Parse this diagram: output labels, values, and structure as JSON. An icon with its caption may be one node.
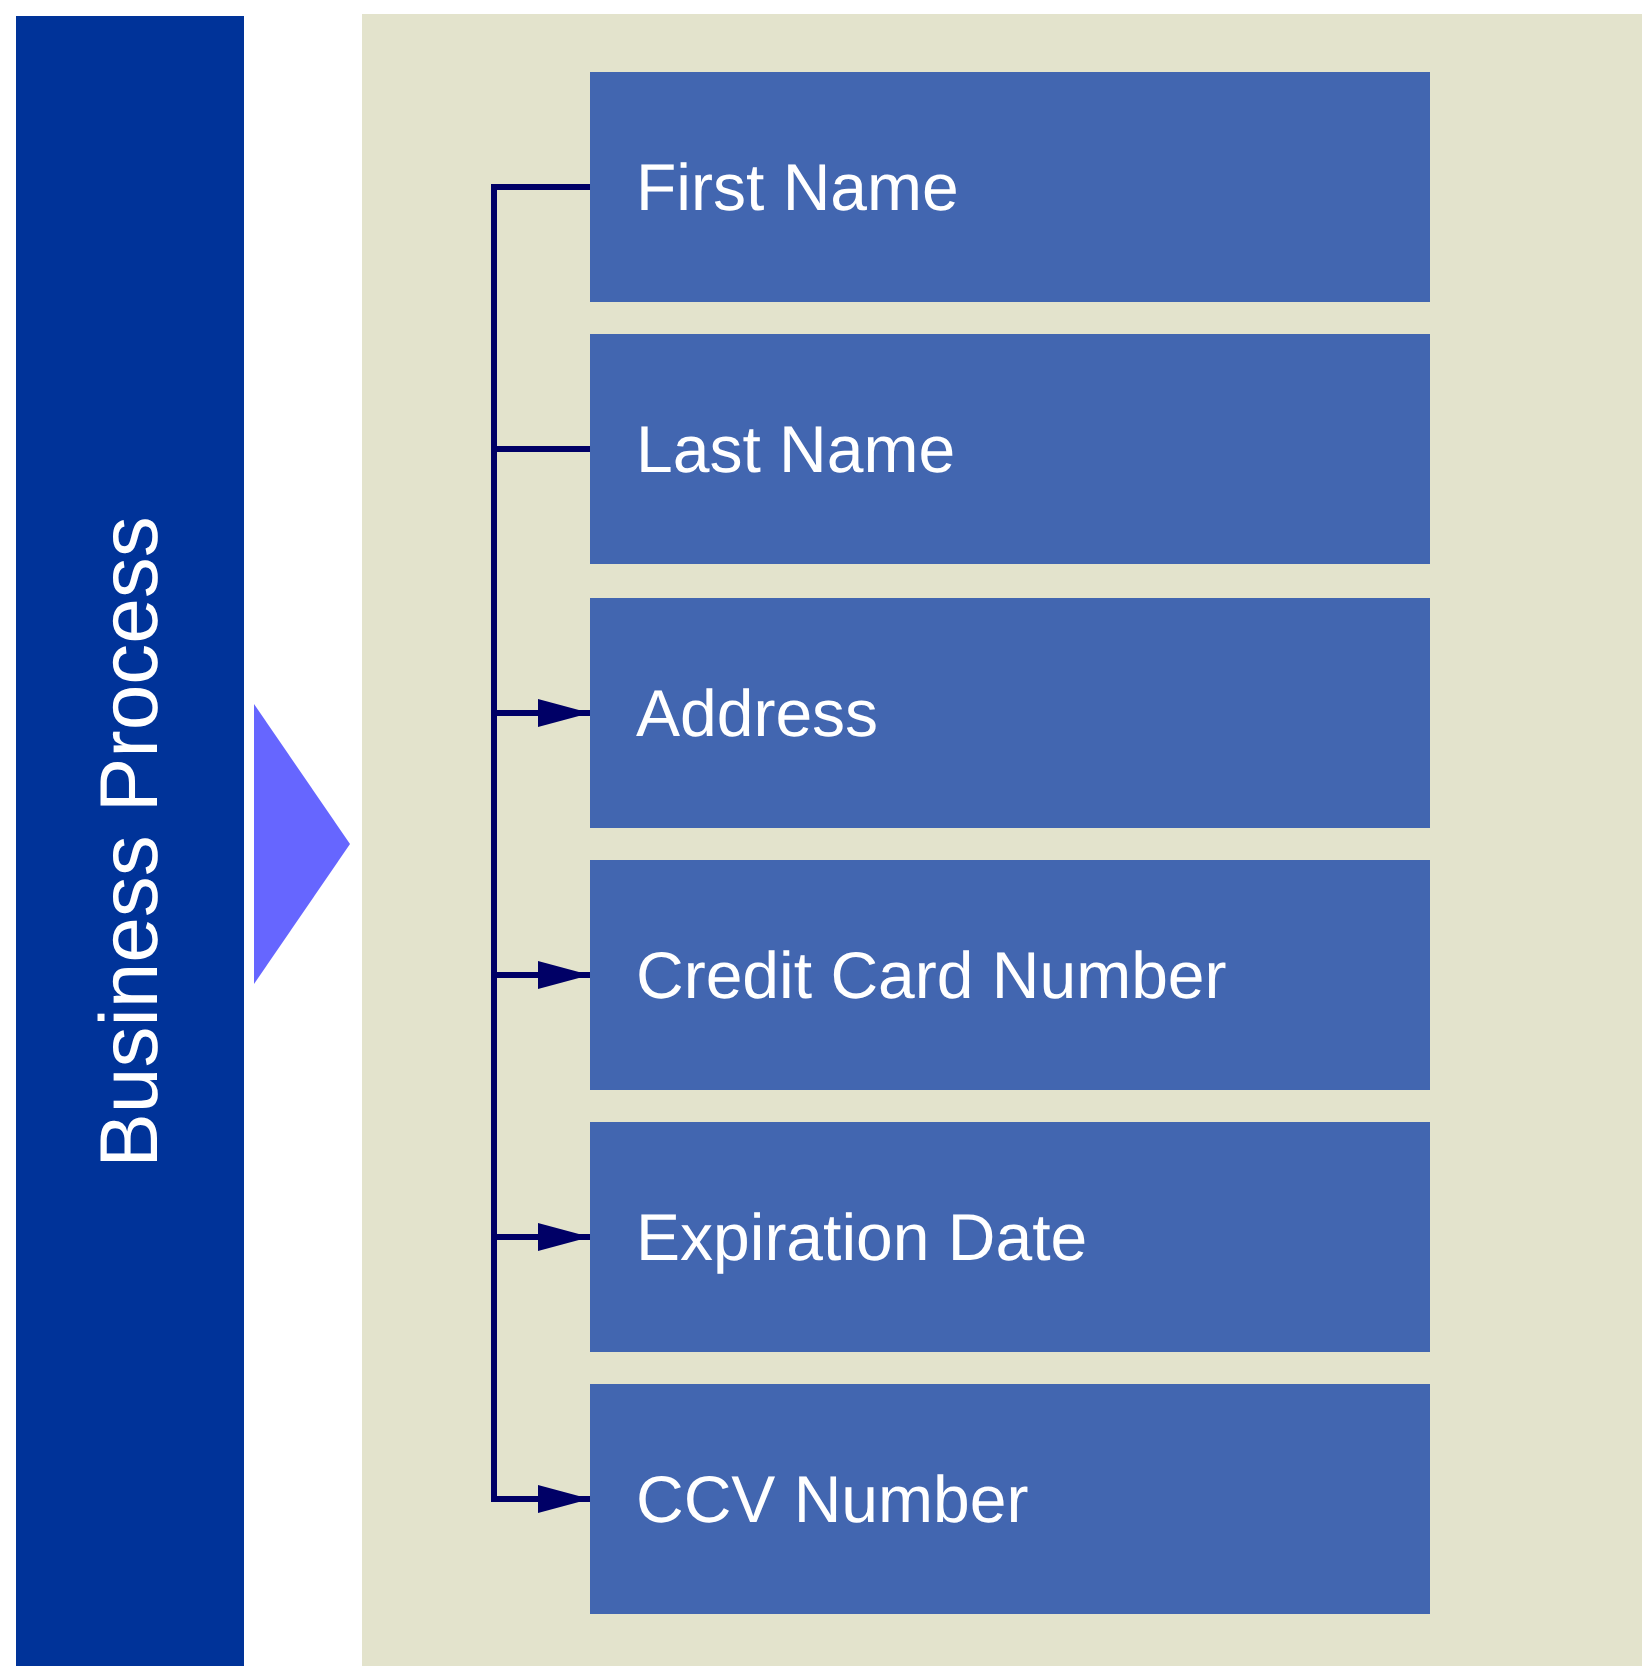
{
  "diagram": {
    "nodes": [
      {
        "text": [
          "Business Process"
        ]
      },
      {
        "text": [],
        "shape": "box"
      },
      {
        "text": [
          "First Name"
        ],
        "in": 1
      },
      {
        "text": [
          "Last Name"
        ],
        "in": 1
      },
      {
        "text": [
          "Address"
        ],
        "in": 1
      },
      {
        "text": [
          "Credit Card Number"
        ],
        "in": 1
      },
      {
        "text": [
          "Expiration Date"
        ],
        "in": 1
      },
      {
        "text": [
          "CCV Number"
        ],
        "in": 1
      }
    ],
    "edges": [
      {
        "from": 0,
        "to": 1,
        "arrow": "to",
        "style": "thick",
        "color": "#6666ff"
      },
      {
        "from": 2,
        "to": 3,
        "arrow": "none"
      },
      {
        "from": 2,
        "to": 4,
        "arrow": "to"
      },
      {
        "from": 2,
        "to": 5,
        "arrow": "to"
      },
      {
        "from": 2,
        "to": 6,
        "arrow": "to"
      },
      {
        "from": 2,
        "to": 7,
        "arrow": "to"
      }
    ]
  }
}
